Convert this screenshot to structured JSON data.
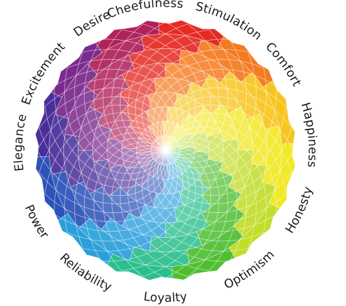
{
  "diagram": {
    "labels": [
      "Cheefulness",
      "Stimulation",
      "Comfort",
      "Happiness",
      "Honesty",
      "Optimism",
      "Loyalty",
      "Reliability",
      "Power",
      "Elegance",
      "Excitement",
      "Desire"
    ],
    "colors": [
      "#f7c520",
      "#f1e826",
      "#c2dd2a",
      "#4fbf32",
      "#2bbf8c",
      "#2a9fdc",
      "#2b52b8",
      "#4a2f9a",
      "#7a2a8c",
      "#b0225a",
      "#e52a24",
      "#f47b20"
    ]
  }
}
